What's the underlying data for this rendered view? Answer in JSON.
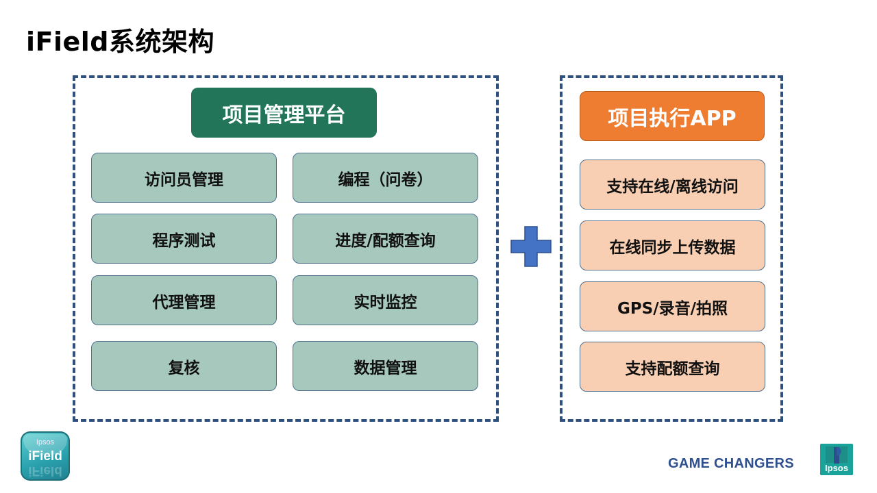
{
  "title": "iField系统架构",
  "left_panel": {
    "header": "项目管理平台",
    "items": [
      "访问员管理",
      "编程（问卷）",
      "程序测试",
      "进度/配额查询",
      "代理管理",
      "实时监控",
      "复核",
      "数据管理"
    ]
  },
  "right_panel": {
    "header": "项目执行APP",
    "items": [
      "支持在线/离线访问",
      "在线同步上传数据",
      "GPS/录音/拍照",
      "支持配额查询"
    ]
  },
  "connector": "plus-icon",
  "footer": {
    "app_logo": {
      "small_text": "Ipsos",
      "name": "iField"
    },
    "tagline": "GAME CHANGERS",
    "brand_logo_text": "Ipsos"
  },
  "colors": {
    "green_header": "#227559",
    "orange_header": "#ee7d31",
    "teal_box": "#a6c8bd",
    "peach_box": "#f8cfb2",
    "dashed_border": "#2f4f7f",
    "plus": "#4472c4"
  }
}
